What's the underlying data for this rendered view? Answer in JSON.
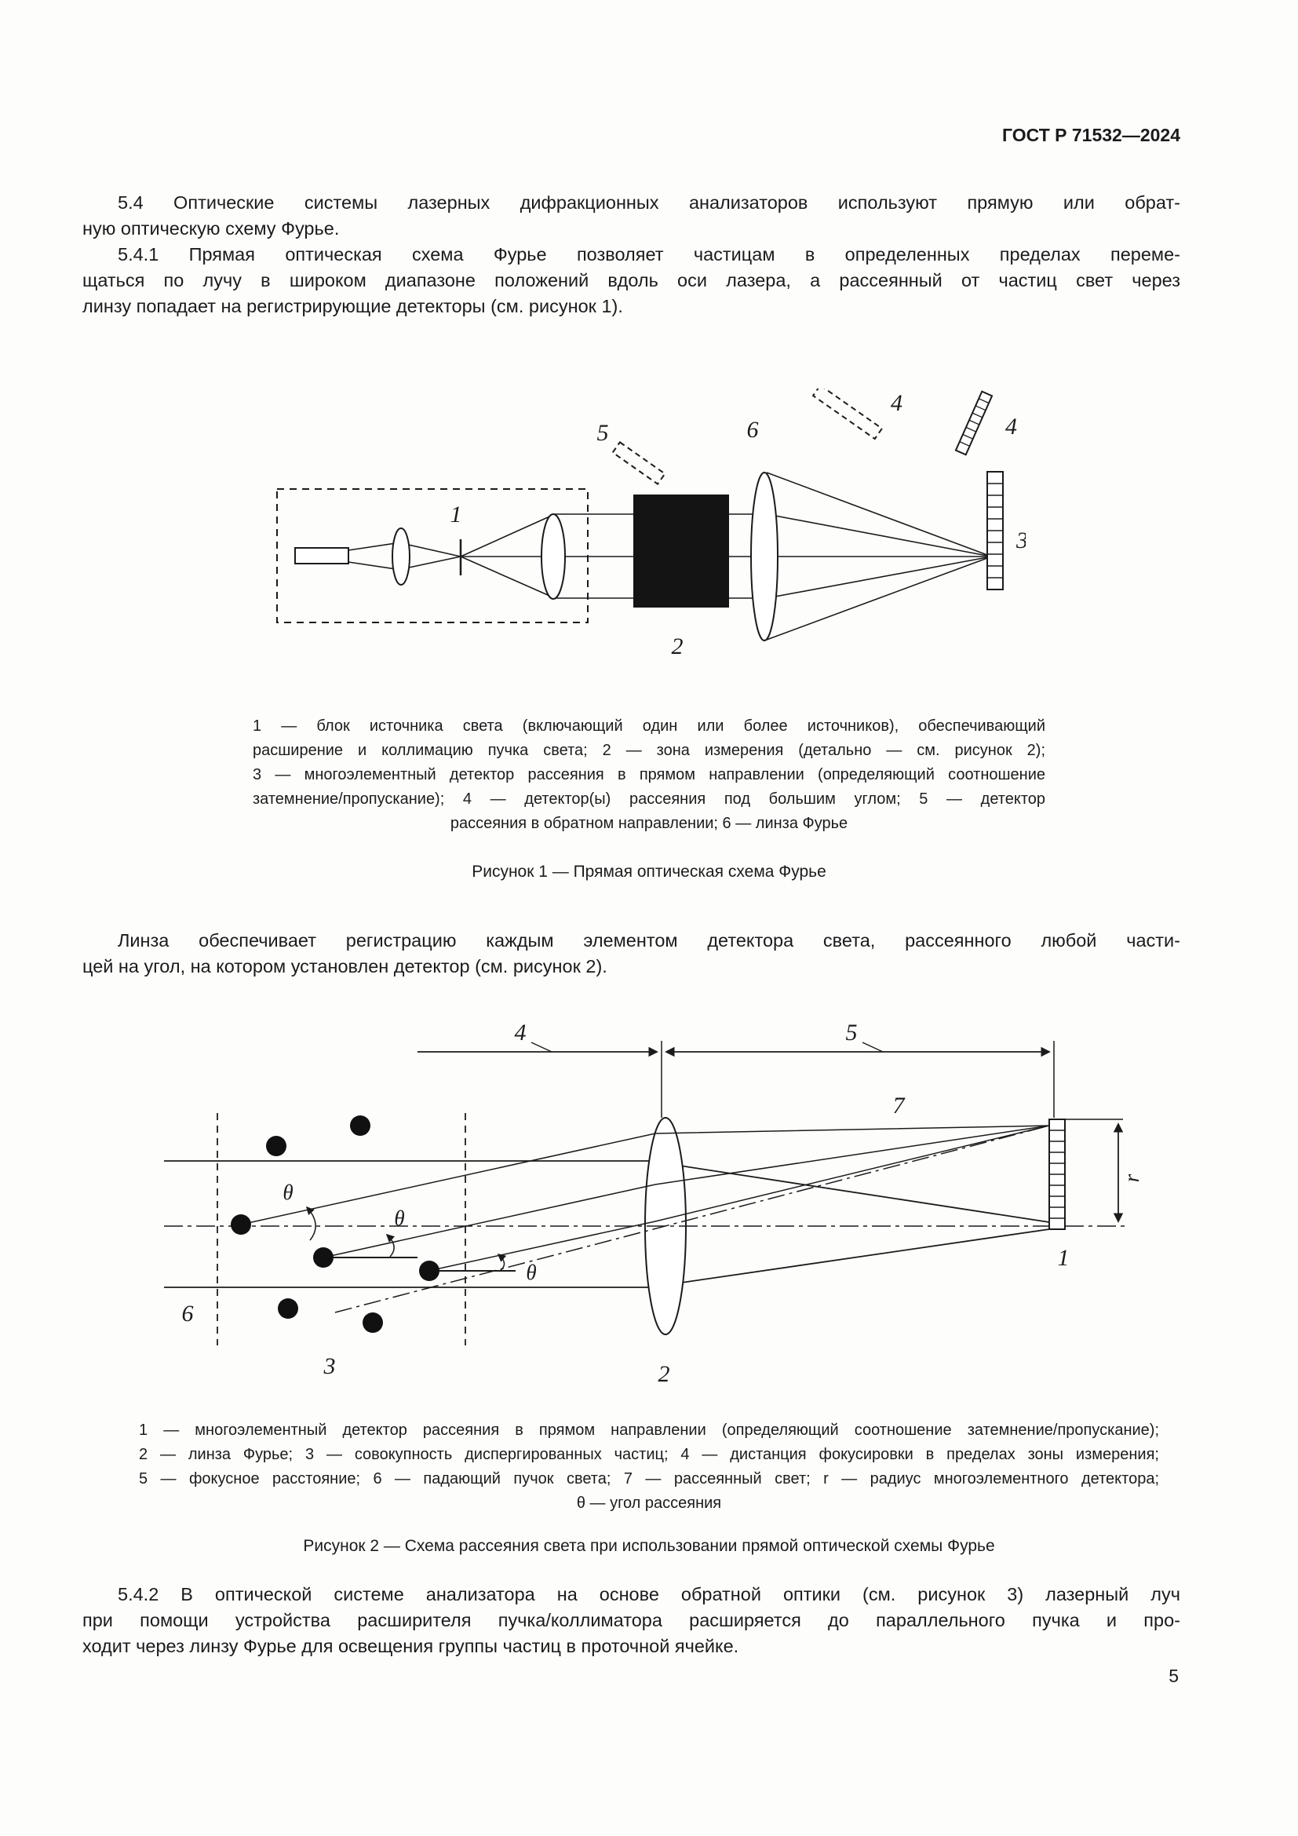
{
  "page": {
    "header": "ГОСТ Р 71532—2024",
    "page_number": "5"
  },
  "colors": {
    "ink": "#1b1b1b",
    "paper": "#fdfdfc"
  },
  "paragraphs": {
    "p54": {
      "lines": [
        "5.4 Оптические системы лазерных дифракционных анализаторов используют прямую или обрат-",
        "ную оптическую схему Фурье."
      ]
    },
    "p541": {
      "lines": [
        "5.4.1 Прямая оптическая схема Фурье позволяет частицам в определенных пределах переме-",
        "щаться по лучу в широком диапазоне положений вдоль оси лазера, а рассеянный от частиц свет через",
        "линзу попадает на регистрирующие детекторы (см. рисунок 1)."
      ]
    },
    "p_lens": {
      "lines": [
        "Линза обеспечивает регистрацию каждым элементом детектора света, рассеянного любой части-",
        "цей на угол, на котором установлен детектор (см. рисунок 2)."
      ]
    },
    "p542": {
      "lines": [
        "5.4.2 В оптической системе анализатора на основе обратной оптики (см. рисунок 3) лазерный луч",
        "при помощи устройства расширителя пучка/коллиматора расширяется до параллельного пучка и про-",
        "ходит через линзу Фурье для освещения группы частиц в проточной ячейке."
      ]
    }
  },
  "figure1": {
    "labels": {
      "n1": "1",
      "n2": "2",
      "n3": "3",
      "n4": "4",
      "n5": "5",
      "n6": "6"
    },
    "caption_lines": [
      "1 — блок источника света (включающий один или более источников), обеспечивающий",
      "расширение и коллимацию пучка света; 2 — зона измерения (детально — см. рисунок 2);",
      "3 — многоэлементный детектор рассеяния в прямом направлении (определяющий соотношение",
      "затемнение/пропускание); 4 — детектор(ы) рассеяния под большим углом; 5 — детектор",
      "рассеяния в обратном направлении; 6 — линза Фурье"
    ],
    "title": "Рисунок 1 — Прямая оптическая схема Фурье"
  },
  "figure2": {
    "labels": {
      "n1": "1",
      "n2": "2",
      "n3": "3",
      "n4": "4",
      "n5": "5",
      "n6": "6",
      "n7": "7",
      "theta": "θ",
      "r": "r"
    },
    "caption_lines": [
      "1 — многоэлементный детектор рассеяния в прямом направлении (определяющий соотношение затемнение/пропускание);",
      "2 — линза Фурье; 3 — совокупность диспергированных частиц; 4 — дистанция фокусировки в пределах зоны измерения;",
      "5 — фокусное расстояние; 6 — падающий пучок света; 7 — рассеянный свет; r — радиус многоэлементного детектора;",
      "θ — угол рассеяния"
    ],
    "title": "Рисунок 2 — Схема рассеяния света при использовании прямой оптической схемы Фурье"
  }
}
